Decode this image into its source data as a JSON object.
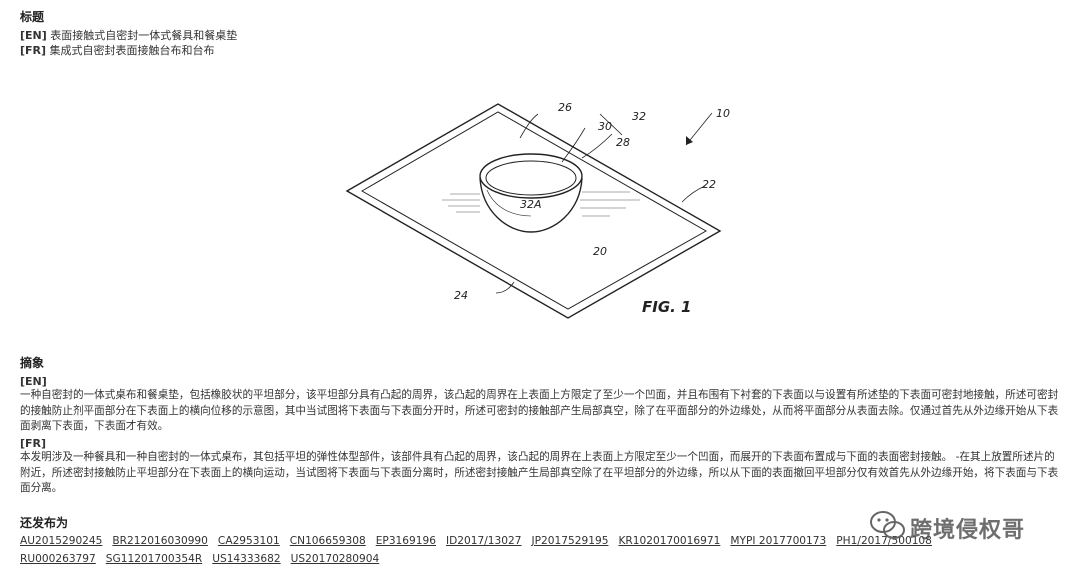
{
  "title": {
    "heading": "标题",
    "en_tag": "[EN]",
    "en_text": " 表面接触式自密封一体式餐具和餐桌垫",
    "fr_tag": "[FR]",
    "fr_text": " 集成式自密封表面接触台布和台布"
  },
  "figure": {
    "caption": "FIG. 1",
    "labels": {
      "l26": "26",
      "l32": "32",
      "l10": "10",
      "l30": "30",
      "l28": "28",
      "l22": "22",
      "l32a": "32A",
      "l20": "20",
      "l24": "24"
    }
  },
  "abstract": {
    "heading": "摘象",
    "en_tag": "[EN]",
    "en_text": "一种自密封的一体式桌布和餐桌垫，包括橡胶状的平坦部分，该平坦部分具有凸起的周界，该凸起的周界在上表面上方限定了至少一个凹面，并且布围有下衬套的下表面以与设置有所述垫的下表面可密封地接触，所述可密封的接触防止剂平面部分在下表面上的横向位移的示意图，其中当试图将下表面与下表面分开时，所述可密封的接触部产生局部真空，除了在平面部分的外边缘处，从而将平面部分从表面去除。仅通过首先从外边缘开始从下表面剥离下表面，下表面才有效。",
    "fr_tag": "[FR]",
    "fr_text": "本发明涉及一种餐具和一种自密封的一体式桌布，其包括平坦的弹性体型部件，该部件具有凸起的周界，该凸起的周界在上表面上方限定至少一个凹面，而展开的下表面布置成与下面的表面密封接触。 -在其上放置所述片的附近，所述密封接触防止平坦部分在下表面上的横向运动，当试图将下表面与下表面分离时，所述密封接触产生局部真空除了在平坦部分的外边缘，所以从下面的表面撤回平坦部分仅有效首先从外边缘开始，将下表面与下表面分离。"
  },
  "published": {
    "heading": "还发布为",
    "items": [
      "AU2015290245",
      "BR212016030990",
      "CA2953101",
      "CN106659308",
      "EP3169196",
      "ID2017/13027",
      "JP2017529195",
      "KR1020170016971",
      "MYPI 2017700173",
      "PH1/2017/500108",
      "RU000263797",
      "SG11201700354R",
      "US14333682",
      "US20170280904"
    ]
  },
  "watermark": {
    "text": "跨境侵权哥"
  }
}
